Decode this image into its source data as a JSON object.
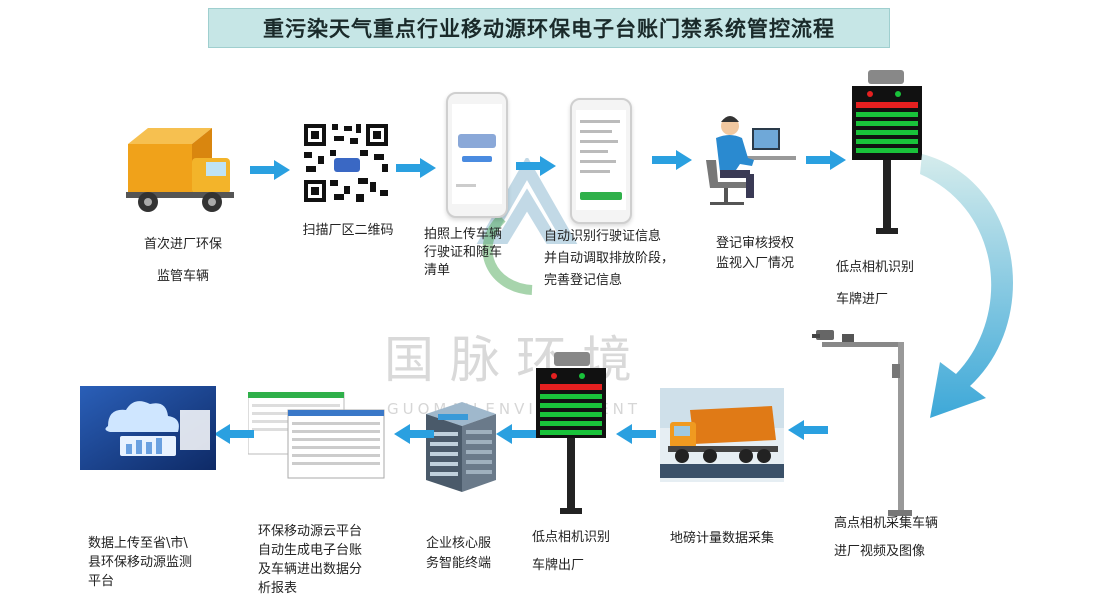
{
  "title": "重污染天气重点行业移动源环保电子台账门禁系统管控流程",
  "watermark": {
    "text": "国脉环境",
    "sub": "GUOMAILENVIRONMENT"
  },
  "steps": {
    "s1": [
      "首次进厂环保",
      "监管车辆"
    ],
    "s2": "扫描厂区二维码",
    "s3": [
      "拍照上传车辆",
      "行驶证和随车",
      "清单"
    ],
    "s4": [
      "自动识别行驶证信息",
      "并自动调取排放阶段，",
      "完善登记信息"
    ],
    "s5": [
      "登记审核授权",
      "监视入厂情况"
    ],
    "s6": [
      "低点相机识别",
      "车牌进厂"
    ],
    "s7": [
      "高点相机采集车辆",
      "进厂视频及图像"
    ],
    "s8": "地磅计量数据采集",
    "s9": [
      "低点相机识别",
      "车牌出厂"
    ],
    "s10": [
      "企业核心服",
      "务智能终端"
    ],
    "s11": [
      "环保移动源云平台",
      "自动生成电子台账",
      "及车辆进出数据分",
      "析报表"
    ],
    "s12": [
      "数据上传至省\\市\\",
      "县环保移动源监测",
      "平台"
    ]
  },
  "colors": {
    "arrow": "#2aa0e0",
    "ledRed": "#e52020",
    "ledGreen": "#19c23a",
    "truck": "#f0a21a"
  },
  "icons": [
    "truck-icon",
    "qr-code-icon",
    "phone-icon",
    "operator-icon",
    "gate-display-icon",
    "camera-pole-icon",
    "dump-truck-icon",
    "server-icon",
    "report-screen-icon",
    "cloud-monitor-icon"
  ]
}
